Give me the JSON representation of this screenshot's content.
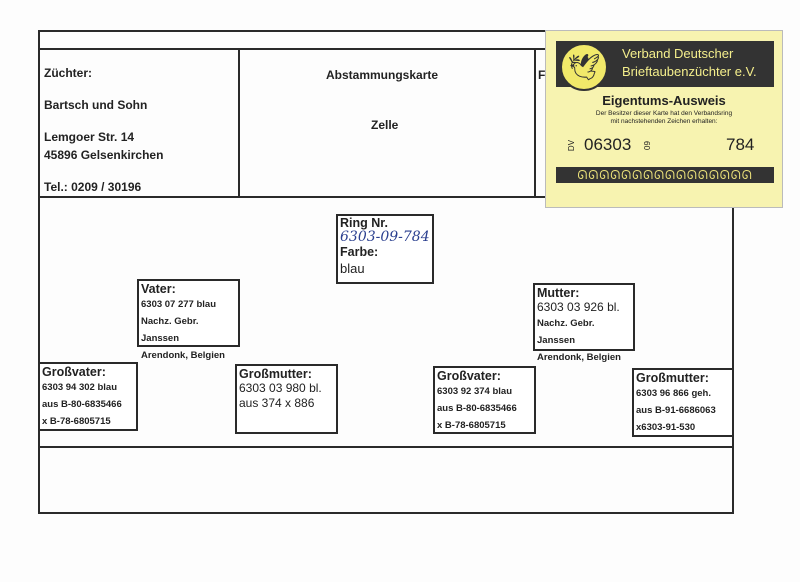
{
  "header": {
    "breeder_label": "Züchter:",
    "breeder_name": "Bartsch und Sohn",
    "street": "Lemgoer Str. 14",
    "city": "45896  Gelsenkirchen",
    "phone": "Tel.: 0209 / 30196",
    "title": "Abstammungskarte",
    "subtitle": "Zelle",
    "right_partial": "F"
  },
  "sticker": {
    "org_line1": "Verband Deutscher",
    "org_line2": "Brieftaubenzüchter e.V.",
    "title": "Eigentums-Ausweis",
    "note_line1": "Der Besitzer dieser Karte hat den Verbandsring",
    "note_line2": "mit nachstehenden Zeichen erhalten:",
    "prefix": "DV",
    "club": "06303",
    "year": "09",
    "number": "784"
  },
  "pigeon": {
    "ring_label": "Ring Nr.",
    "ring": "6303-09-784",
    "color_label": "Farbe:",
    "color": "blau"
  },
  "father": {
    "label": "Vater:",
    "lines": [
      "6303 07 277 blau",
      "Nachz. Gebr. Janssen",
      "Arendonk, Belgien"
    ]
  },
  "mother": {
    "label": "Mutter:",
    "ring": "6303 03 926 bl.",
    "lines": [
      "Nachz. Gebr. Janssen",
      "Arendonk, Belgien"
    ]
  },
  "gf_father": {
    "label": "Großvater:",
    "lines": [
      "6303 94 302 blau",
      "aus B-80-6835466",
      "x B-78-6805715"
    ]
  },
  "gm_father": {
    "label": "Großmutter:",
    "lines": [
      "6303 03 980 bl.",
      "aus 374 x 886"
    ]
  },
  "gf_mother": {
    "label": "Großvater:",
    "lines": [
      "6303 92 374 blau",
      "aus B-80-6835466",
      "x B-78-6805715"
    ]
  },
  "gm_mother": {
    "label": "Großmutter:",
    "lines": [
      "6303 96 866 geh.",
      "aus B-91-6686063",
      "x6303-91-530"
    ]
  }
}
